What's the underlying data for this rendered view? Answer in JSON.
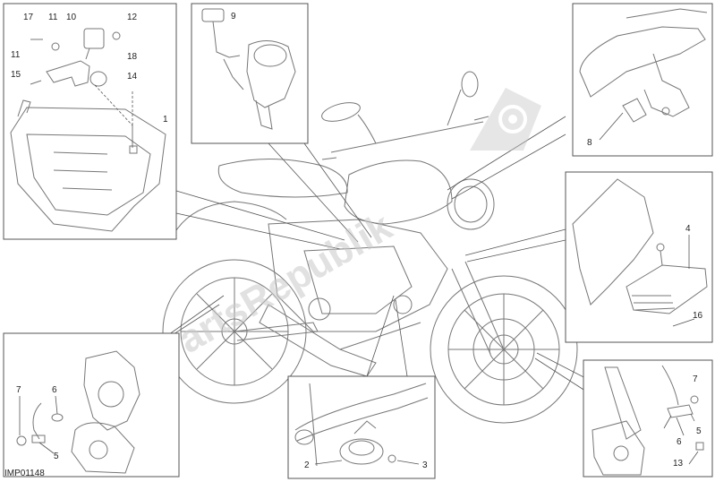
{
  "drawing": {
    "reference_code": "IMP01148",
    "watermark_text": "PartsRepublik",
    "colors": {
      "line": "#777777",
      "frame": "#555555",
      "watermark": "#c8c8c8",
      "background": "#ffffff"
    }
  },
  "callouts": {
    "p17": "17",
    "p11a": "11",
    "p10": "10",
    "p12": "12",
    "p11b": "11",
    "p18": "18",
    "p15": "15",
    "p14": "14",
    "p1": "1",
    "p9": "9",
    "p8": "8",
    "p4": "4",
    "p16": "16",
    "p7a": "7",
    "p6a": "6",
    "p5a": "5",
    "p2": "2",
    "p3": "3",
    "p7b": "7",
    "p6b": "6",
    "p5b": "5",
    "p13": "13"
  }
}
